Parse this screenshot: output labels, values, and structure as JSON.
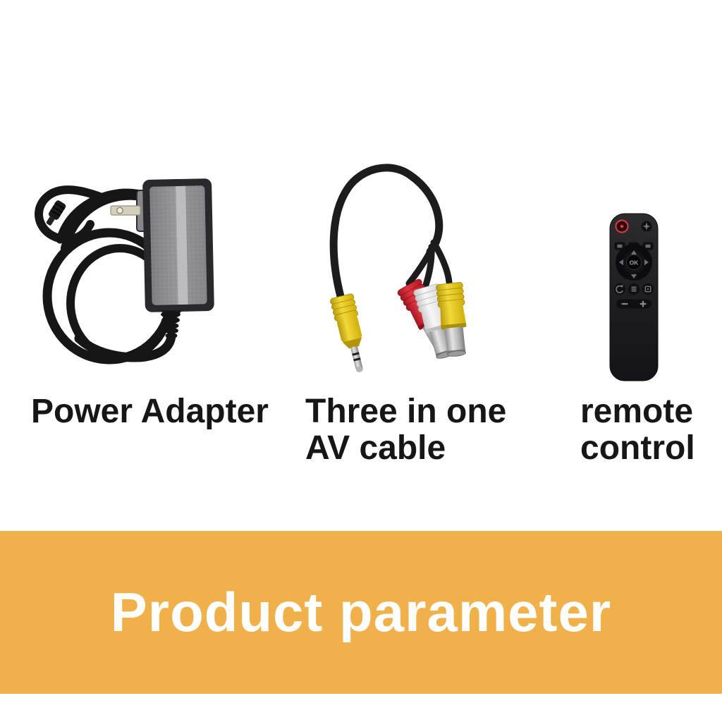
{
  "page": {
    "background": "#ffffff"
  },
  "products": [
    {
      "name": "power-adapter",
      "caption_lines": [
        "Power Adapter"
      ]
    },
    {
      "name": "three-in-one-av-cable",
      "caption_lines": [
        "Three in one",
        "AV cable"
      ]
    },
    {
      "name": "remote-control",
      "caption_lines": [
        "remote",
        "control"
      ]
    }
  ],
  "remote": {
    "ok_label": "OK"
  },
  "banner": {
    "label": "Product parameter",
    "background": "#f0b04a",
    "text_color": "#ffffff"
  },
  "colors": {
    "page_background": "#ffffff",
    "caption_text": "#161616",
    "banner_background": "#f0b04a",
    "banner_text": "#ffffff",
    "cable_black": "#1c1c1c",
    "adapter_frame": "#29292b",
    "adapter_face": "#909094",
    "prong_metal": "#d2cfba",
    "rca_red": "#cf2430",
    "rca_white": "#eeeeee",
    "rca_yellow": "#e6c413",
    "connector_metal": "#c0c0c0",
    "remote_body": "#1e1e20",
    "power_button_red": "#cf3a42"
  }
}
